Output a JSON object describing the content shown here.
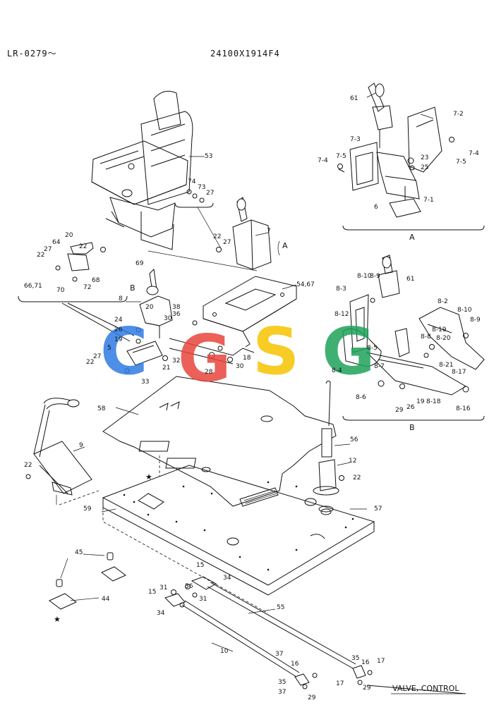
{
  "header": {
    "model_code": "LR-0279～",
    "drawing_number": "24100X1914F4"
  },
  "watermark": {
    "letters": [
      "C",
      "G",
      "S",
      "G"
    ],
    "colors": [
      "#2e7be3",
      "#e8453c",
      "#f6c400",
      "#1ea35a"
    ]
  },
  "sections": {
    "a_label": "A",
    "b_label": "B",
    "a_ref": "A",
    "b_ref": "B",
    "valve_control": "VALVE, CONTROL"
  },
  "markers": {
    "star": "★"
  },
  "callouts": [
    "61",
    "7-2",
    "7-3",
    "7-4",
    "7-5",
    "7-4",
    "7-5",
    "23",
    "25",
    "7-1",
    "6",
    "53",
    "74",
    "73",
    "27",
    "22",
    "27",
    "7",
    "20",
    "64",
    "22",
    "27",
    "22",
    "68",
    "66,71",
    "70",
    "72",
    "69",
    "8",
    "54,67",
    "8-10",
    "8-9",
    "61",
    "8-3",
    "8-12",
    "8-5",
    "8-4",
    "8-6",
    "8-7",
    "8-2",
    "8-10",
    "8-9",
    "8-19",
    "8-20",
    "8-8",
    "8-21",
    "8-17",
    "29",
    "26",
    "19",
    "8-18",
    "8-16",
    "24",
    "26",
    "19",
    "5",
    "27",
    "22",
    "33",
    "20",
    "21",
    "32",
    "28",
    "30",
    "18",
    "30",
    "36",
    "38",
    "58",
    "9",
    "22",
    "56",
    "12",
    "22",
    "59",
    "57",
    "45",
    "44",
    "15",
    "34",
    "31",
    "15",
    "36",
    "31",
    "34",
    "55",
    "10",
    "35",
    "16",
    "17",
    "37",
    "35",
    "16",
    "37",
    "29",
    "29",
    "17"
  ]
}
